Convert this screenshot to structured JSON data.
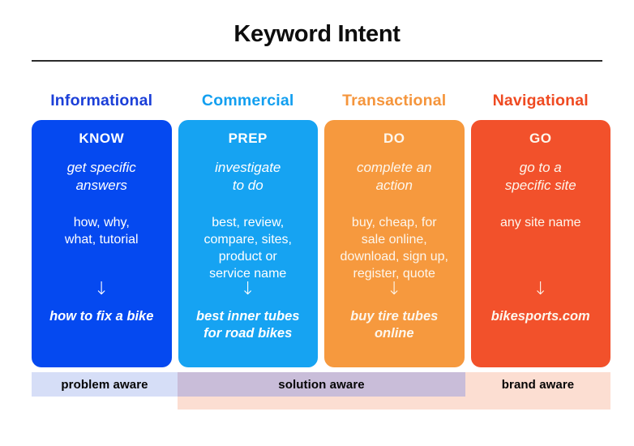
{
  "title": "Keyword Intent",
  "columns": [
    {
      "header": "Informational",
      "header_color": "#1b3fd8",
      "card_color": "#0549f0",
      "text_color": "#ffffff",
      "word": "KNOW",
      "subtitle": "get specific\nanswers",
      "keywords": "how, why,\nwhat, tutorial",
      "arrow_icon": "↓",
      "example": "how to fix a bike"
    },
    {
      "header": "Commercial",
      "header_color": "#129ff0",
      "card_color": "#16a3f2",
      "text_color": "#ffffff",
      "word": "PREP",
      "subtitle": "investigate\nto do",
      "keywords": "best, review,\ncompare, sites,\nproduct or\nservice name",
      "arrow_icon": "↓",
      "example": "best inner tubes\nfor road bikes"
    },
    {
      "header": "Transactional",
      "header_color": "#f5953c",
      "card_color": "#f6993e",
      "text_color": "#fdf6ec",
      "word": "DO",
      "subtitle": "complete an\naction",
      "keywords": "buy, cheap, for\nsale online,\ndownload, sign up,\nregister, quote",
      "arrow_icon": "↓",
      "example": "buy tire tubes\nonline"
    },
    {
      "header": "Navigational",
      "header_color": "#ef4a21",
      "card_color": "#f2512b",
      "text_color": "#fdf6ec",
      "word": "GO",
      "subtitle": "go to a\nspecific site",
      "keywords": "any site name",
      "arrow_icon": "↓",
      "example": "bikesports.com"
    }
  ],
  "awareness_bands": {
    "problem": {
      "label": "problem aware",
      "color": "#d6def7"
    },
    "solution": {
      "label": "solution aware",
      "color": "#c9bdd9"
    },
    "brand": {
      "label": "brand aware",
      "color": "#fcded2"
    },
    "underlay_color": "#fcded2"
  }
}
